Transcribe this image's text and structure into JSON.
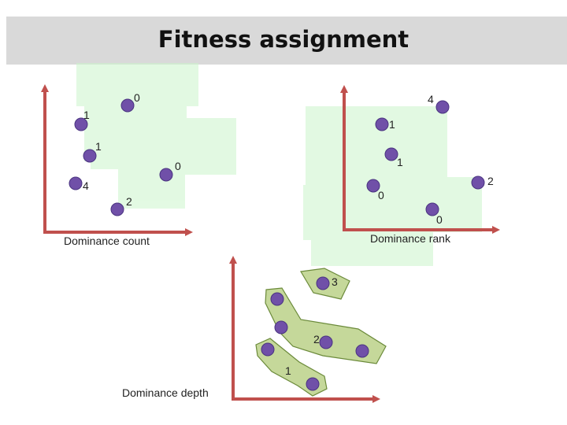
{
  "title": "Fitness assignment",
  "colors": {
    "axis": "#c0504d",
    "point": "#7050a8",
    "shade": "#ccf5cc",
    "front": "#c5d89a",
    "front_stroke": "#6b8a3a"
  },
  "panels": {
    "count": {
      "caption": "Dominance count",
      "point_labels": [
        "0",
        "1",
        "1",
        "0",
        "4",
        "2"
      ]
    },
    "rank": {
      "caption": "Dominance rank",
      "point_labels": [
        "4",
        "1",
        "1",
        "2",
        "0",
        "0"
      ]
    },
    "depth": {
      "caption": "Dominance depth",
      "front_labels": [
        "3",
        "2",
        "1"
      ]
    }
  }
}
